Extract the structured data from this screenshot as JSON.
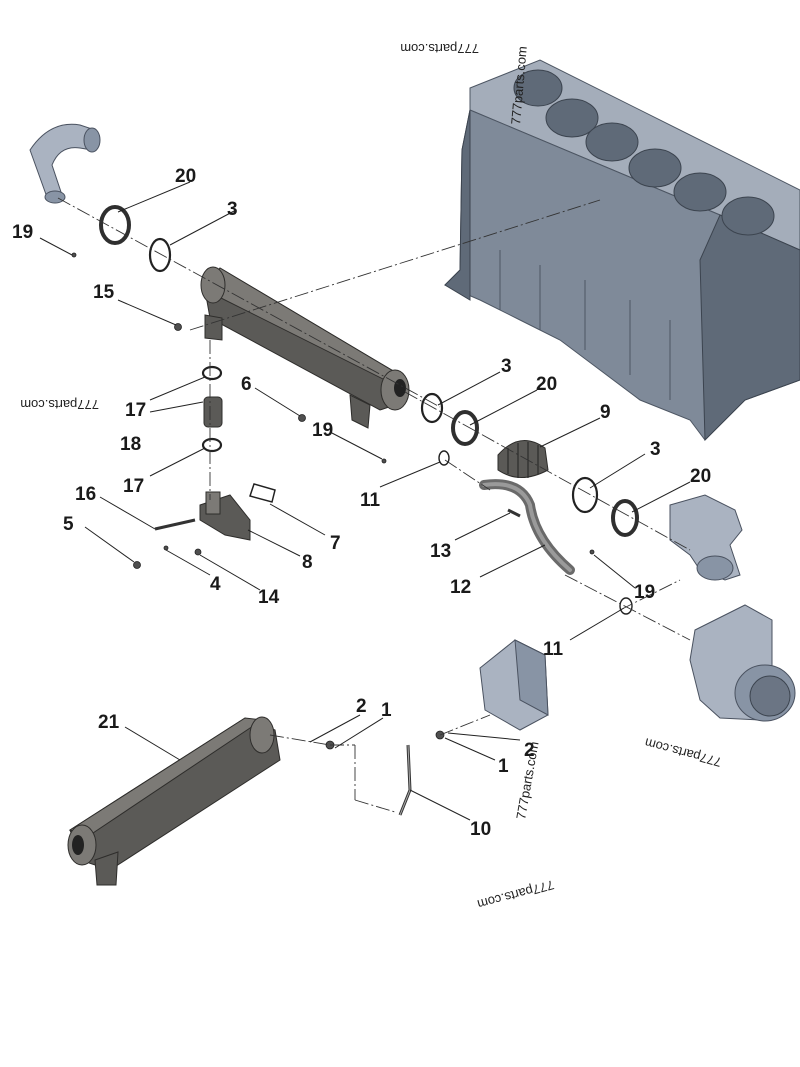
{
  "callouts": {
    "n1a": "1",
    "n1b": "1",
    "n2a": "2",
    "n2b": "2",
    "n3a": "3",
    "n3b": "3",
    "n3c": "3",
    "n4": "4",
    "n5": "5",
    "n7": "7",
    "n8": "8",
    "n9": "9",
    "n10": "10",
    "n11a": "11",
    "n11b": "11",
    "n12": "12",
    "n13": "13",
    "n14": "14",
    "n15": "15",
    "n16": "16",
    "n17a": "17",
    "n17b": "17",
    "n18": "18",
    "n19a": "19",
    "n19b": "19",
    "n19c": "19",
    "n20a": "20",
    "n20b": "20",
    "n20c": "20",
    "n21": "21"
  },
  "watermarks": {
    "w1": "777parts.com",
    "w2": "777parts.com",
    "w3": "777parts.com",
    "w4": "777parts.com",
    "w5": "777parts.com",
    "w6": "777parts.com"
  },
  "colors": {
    "engine_block": "#7f8a99",
    "oil_cooler": "#5b5a57",
    "callout_text": "#1a1a1a",
    "background": "#ffffff"
  }
}
